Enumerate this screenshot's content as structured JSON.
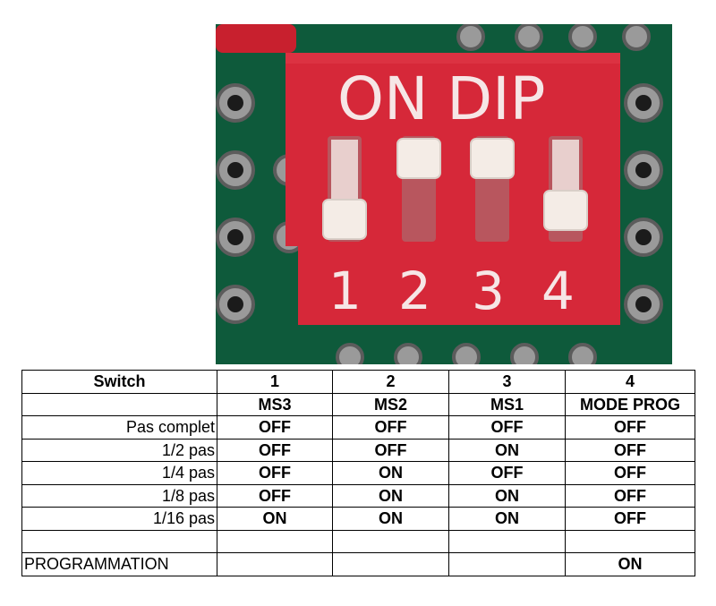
{
  "photo": {
    "switch_text": "ON DIP",
    "switch_numbers": [
      "1",
      "2",
      "3",
      "4"
    ],
    "switch_positions": [
      "down",
      "up",
      "up",
      "down"
    ],
    "colors": {
      "switch_body": "#d62839",
      "pcb": "#0f5a3c",
      "slider": "#f4ece6"
    }
  },
  "table": {
    "header": {
      "label": "Switch",
      "cols": [
        "1",
        "2",
        "3",
        "4"
      ]
    },
    "names": [
      "MS3",
      "MS2",
      "MS1",
      "MODE PROG"
    ],
    "rows": [
      {
        "label": "Pas complet",
        "values": [
          "OFF",
          "OFF",
          "OFF",
          "OFF"
        ]
      },
      {
        "label": "1/2 pas",
        "values": [
          "OFF",
          "OFF",
          "ON",
          "OFF"
        ]
      },
      {
        "label": "1/4 pas",
        "values": [
          "OFF",
          "ON",
          "OFF",
          "OFF"
        ]
      },
      {
        "label": "1/8 pas",
        "values": [
          "OFF",
          "ON",
          "ON",
          "OFF"
        ]
      },
      {
        "label": "1/16 pas",
        "values": [
          "ON",
          "ON",
          "ON",
          "OFF"
        ]
      },
      {
        "label": "",
        "values": [
          "",
          "",
          "",
          ""
        ]
      },
      {
        "label": "PROGRAMMATION",
        "values": [
          "",
          "",
          "",
          "ON"
        ]
      }
    ]
  }
}
